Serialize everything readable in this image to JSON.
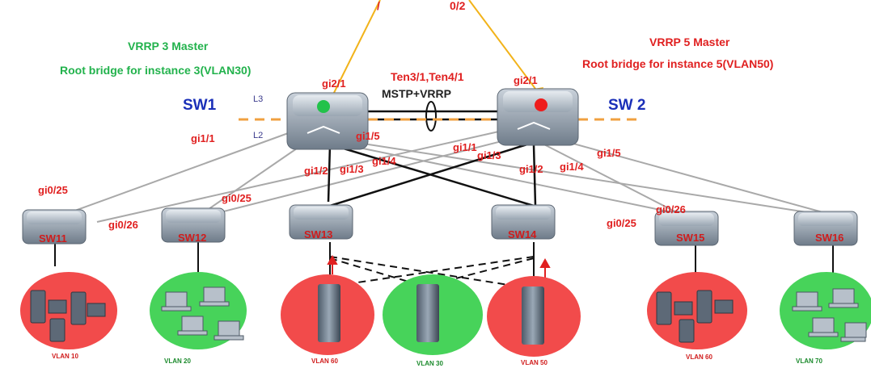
{
  "top_labels": {
    "uplink_left": "/",
    "uplink_right": "0/2"
  },
  "sw1": {
    "name": "SW1",
    "vrrp": "VRRP 3 Master",
    "root": "Root bridge for instance 3(VLAN30)",
    "l3": "L3",
    "l2": "L2"
  },
  "sw2": {
    "name": "SW 2",
    "vrrp": "VRRP 5 Master",
    "root": "Root bridge for instance 5(VLAN50)"
  },
  "interlink": {
    "ports": "Ten3/1,Ten4/1",
    "protocol": "MSTP+VRRP"
  },
  "ports": {
    "sw1_gi2_1": "gi2/1",
    "sw2_gi2_1": "gi2/1",
    "sw1_gi1_1": "gi1/1",
    "sw1_gi1_5": "gi1/5",
    "sw1_gi1_2": "gi1/2",
    "sw1_gi1_3": "gi1/3",
    "sw1_gi1_4": "gi1/4",
    "sw2_gi1_1": "gi1/1",
    "sw2_gi1_3": "gi1/3",
    "sw2_gi1_2": "gi1/2",
    "sw2_gi1_4": "gi1/4",
    "sw2_gi1_5": "gi1/5",
    "sw11_gi0_25": "gi0/25",
    "sw11_gi0_26": "gi0/26",
    "sw12_gi0_25": "gi0/25",
    "sw15_gi0_26": "gi0/26",
    "sw15_gi0_25": "gi0/25"
  },
  "access_switches": [
    "SW11",
    "SW12",
    "SW13",
    "SW14",
    "SW15",
    "SW16"
  ],
  "vlans": [
    "VLAN 10",
    "VLAN 20",
    "VLAN 60",
    "VLAN 30",
    "VLAN 50",
    "VLAN 60",
    "VLAN 70"
  ],
  "colors": {
    "red_zone": "#f24b4b",
    "green_zone": "#47d35a",
    "uplink": "#f2b31a",
    "divider": "#f0a040"
  }
}
